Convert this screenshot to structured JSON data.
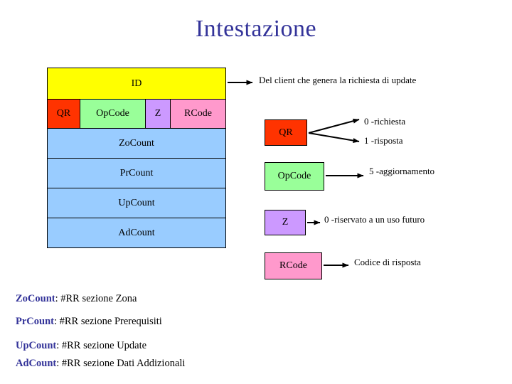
{
  "slide": {
    "title": "Intestazione",
    "title_color": "#333399",
    "background": "#ffffff"
  },
  "packet_table": {
    "rows": [
      {
        "label": "ID",
        "color": "#ffff00"
      },
      {
        "label": "QR",
        "color": "#ff3300"
      },
      {
        "label": "OpCode",
        "color": "#99ff99"
      },
      {
        "label": "Z",
        "color": "#cc99ff"
      },
      {
        "label": "RCode",
        "color": "#ff99cc"
      },
      {
        "label": "ZoCount",
        "color": "#99ccff"
      },
      {
        "label": "PrCount",
        "color": "#99ccff"
      },
      {
        "label": "UpCount",
        "color": "#99ccff"
      },
      {
        "label": "AdCount",
        "color": "#99ccff"
      }
    ]
  },
  "callouts": {
    "id_note": "Del client che genera la richiesta di update",
    "qr_box": "QR",
    "qr_values": [
      "0 -richiesta",
      "1 -risposta"
    ],
    "opcode_box": "OpCode",
    "opcode_value": "5 -aggiornamento",
    "z_box": "Z",
    "z_value": "0 -riservato a un uso futuro",
    "rcode_box": "RCode",
    "rcode_value": "Codice di risposta"
  },
  "legend": [
    {
      "key": "ZoCount",
      "sep": ": ",
      "desc": "#RR sezione Zona"
    },
    {
      "key": "PrCount",
      "sep": ": ",
      "desc": "#RR sezione Prerequisiti"
    },
    {
      "key": "UpCount",
      "sep": ": ",
      "desc": "#RR sezione Update"
    },
    {
      "key": "AdCount",
      "sep": ": ",
      "desc": "#RR sezione Dati Addizionali"
    }
  ]
}
